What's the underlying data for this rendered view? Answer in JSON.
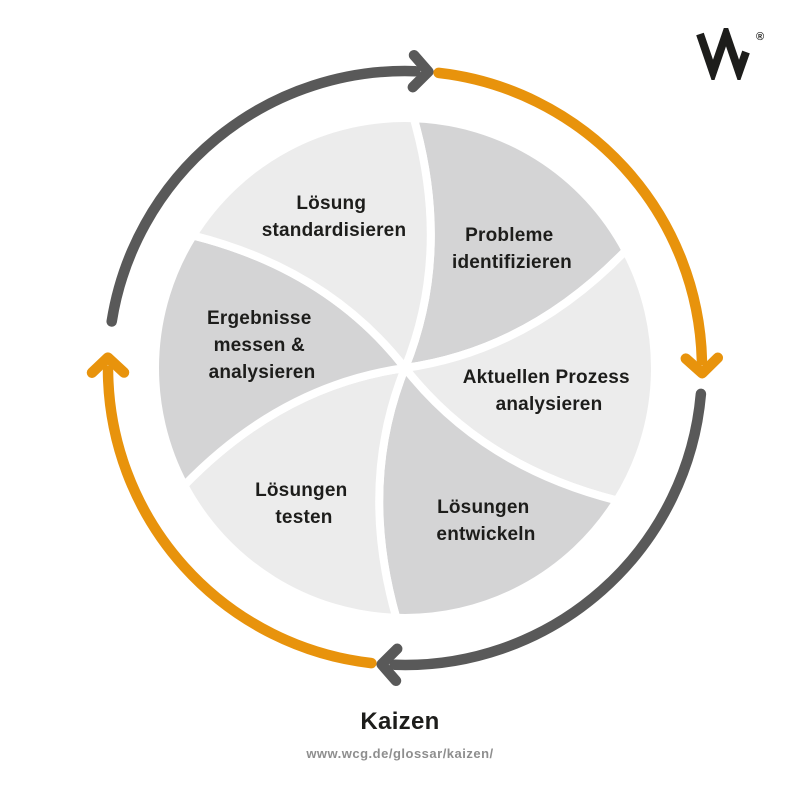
{
  "colors": {
    "background": "#ffffff",
    "segment_light": "#ececec",
    "segment_dark": "#d4d4d5",
    "separator": "#ffffff",
    "arrow_gray": "#595959",
    "arrow_orange": "#e8930c",
    "text": "#1d1d1b",
    "url_text": "#8e8e8e",
    "logo": "#1d1d1b"
  },
  "logo": {
    "letter": "W",
    "registered": "®"
  },
  "diagram": {
    "type": "cycle-pinwheel",
    "segment_count": 6,
    "segments": [
      {
        "id": "probleme-identifizieren",
        "order": 1,
        "label": "Probleme identifizieren",
        "lines": [
          "Probleme",
          "identifizieren"
        ],
        "shade": "dark",
        "color": "#d4d4d5"
      },
      {
        "id": "aktuellen-prozess-analysieren",
        "order": 2,
        "label": "Aktuellen Prozess analysieren",
        "lines": [
          "Aktuellen Prozess",
          "analysieren"
        ],
        "shade": "light",
        "color": "#ececec"
      },
      {
        "id": "loesungen-entwickeln",
        "order": 3,
        "label": "Lösungen entwickeln",
        "lines": [
          "Lösungen",
          "entwickeln"
        ],
        "shade": "dark",
        "color": "#d4d4d5"
      },
      {
        "id": "loesungen-testen",
        "order": 4,
        "label": "Lösungen testen",
        "lines": [
          "Lösungen",
          "testen"
        ],
        "shade": "light",
        "color": "#ececec"
      },
      {
        "id": "ergebnisse-messen-analysieren",
        "order": 5,
        "label": "Ergebnisse messen & analysieren",
        "lines": [
          "Ergebnisse",
          "messen &",
          "analysieren"
        ],
        "shade": "dark",
        "color": "#d4d4d5"
      },
      {
        "id": "loesung-standardisieren",
        "order": 6,
        "label": "Lösung standardisieren",
        "lines": [
          "Lösung",
          "standardisieren"
        ],
        "shade": "light",
        "color": "#ececec"
      }
    ],
    "arrows": [
      {
        "id": "arrow-top-left",
        "direction": "clockwise",
        "color": "#595959"
      },
      {
        "id": "arrow-top-right",
        "direction": "clockwise",
        "color": "#e8930c"
      },
      {
        "id": "arrow-bottom-right",
        "direction": "clockwise",
        "color": "#595959"
      },
      {
        "id": "arrow-bottom-left",
        "direction": "clockwise",
        "color": "#e8930c"
      }
    ]
  },
  "footer": {
    "title": "Kaizen",
    "url": "www.wcg.de/glossar/kaizen/"
  }
}
